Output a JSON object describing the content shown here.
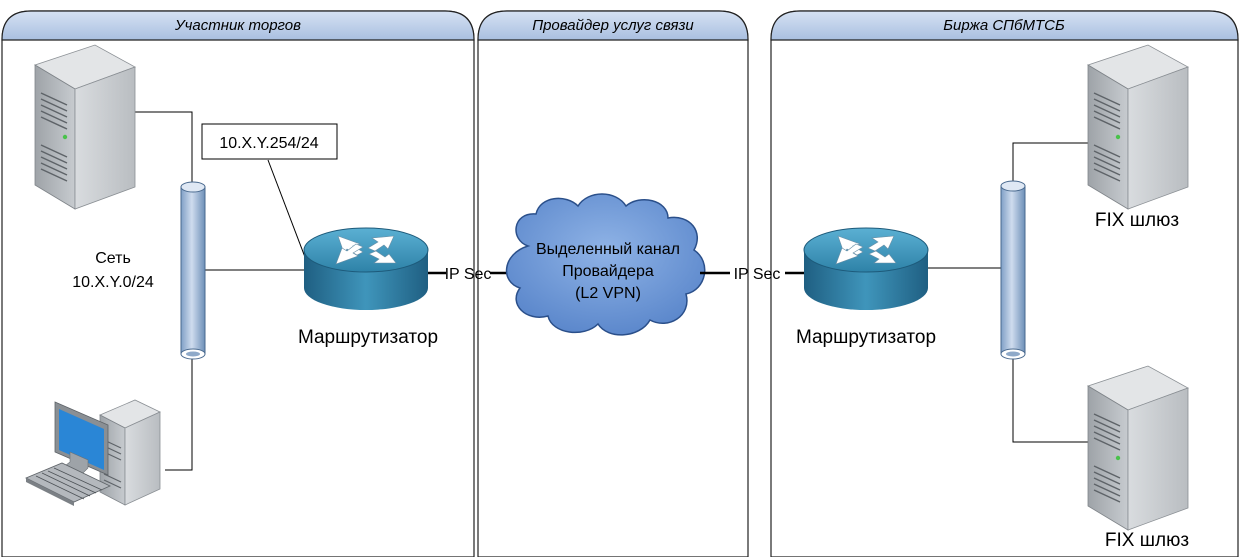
{
  "panels": {
    "left_title": "Участник торгов",
    "middle_title": "Провайдер услуг связи",
    "right_title": "Биржа СПбМТСБ"
  },
  "left": {
    "ip_label": "10.X.Y.254/24",
    "network_label_line1": "Сеть",
    "network_label_line2": "10.X.Y.0/24",
    "router_label": "Маршрутизатор",
    "ipsec_label": "IP Sec"
  },
  "middle": {
    "cloud_line1": "Выделенный канал",
    "cloud_line2": "Провайдера",
    "cloud_line3": "(L2 VPN)"
  },
  "right": {
    "ipsec_label": "IP Sec",
    "router_label": "Маршрутизатор",
    "gateway1_label": "FIX шлюз",
    "gateway2_label": "FIX шлюз"
  },
  "colors": {
    "panel_header": "#b4c8e6",
    "router": "#3a8fb3",
    "cloud": "#6f9ad8",
    "bus": "#9fbad8",
    "server": "#c9ccd0"
  }
}
